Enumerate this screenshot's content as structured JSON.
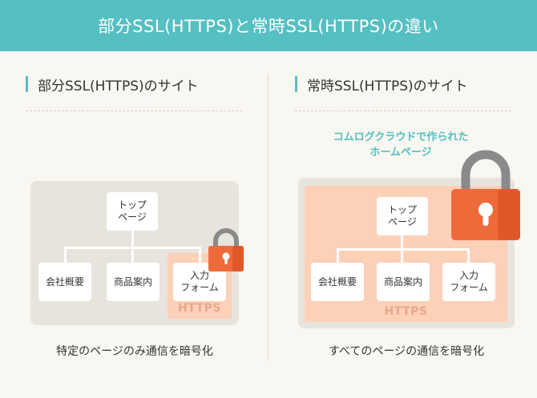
{
  "header": {
    "title": "部分SSL(HTTPS)と常時SSL(HTTPS)の違い"
  },
  "left_panel": {
    "title": "部分SSL(HTTPS)のサイト",
    "top_page": "トップ\nページ",
    "nodes": [
      "会社概要",
      "商品案内",
      "入力\nフォーム"
    ],
    "https_label": "HTTPS",
    "caption": "特定のページのみ通信を暗号化"
  },
  "right_panel": {
    "title": "常時SSL(HTTPS)のサイト",
    "note_line1": "コムログクラウドで作られた",
    "note_line2": "ホームページ",
    "top_page": "トップ\nページ",
    "nodes": [
      "会社概要",
      "商品案内",
      "入力\nフォーム"
    ],
    "https_label": "HTTPS",
    "caption": "すべてのページの通信を暗号化"
  },
  "colors": {
    "accent": "#55bfc2",
    "lock_body": "#ef6a3a",
    "lock_shackle": "#8a8a8a",
    "https_area": "#fdd0b8",
    "frame": "#e6e4dc"
  },
  "icons": [
    "padlock-icon"
  ]
}
